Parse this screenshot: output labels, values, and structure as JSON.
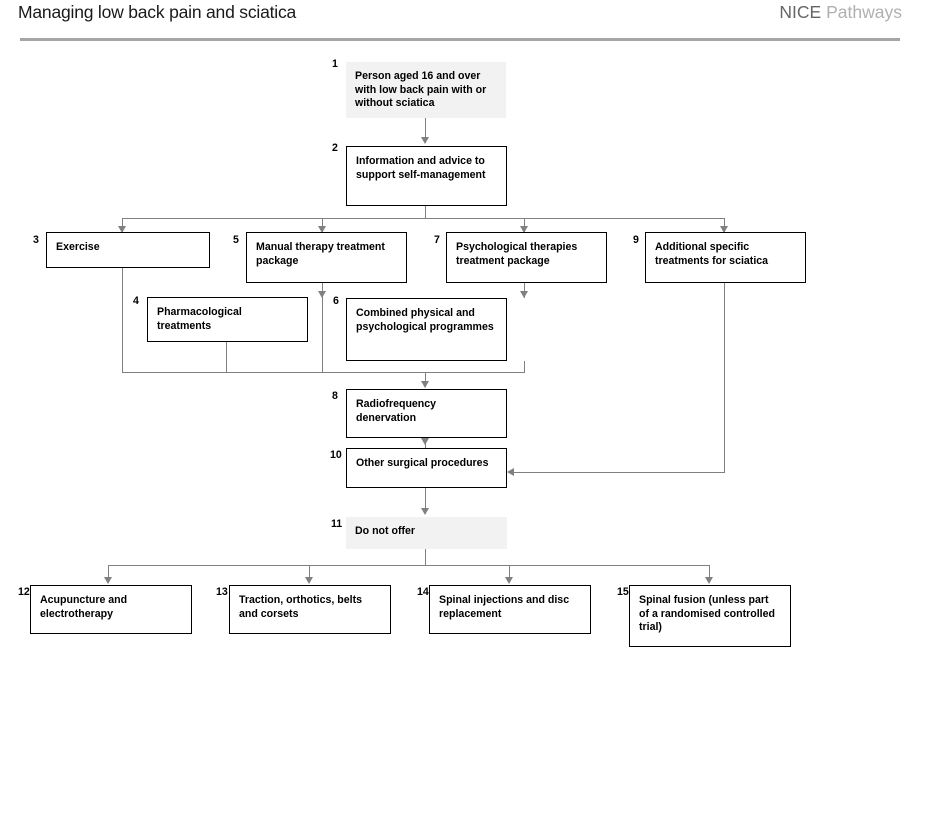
{
  "header": {
    "title": "Managing low back pain and sciatica",
    "brand_primary": "NICE",
    "brand_secondary": "Pathways"
  },
  "colors": {
    "rule": "#a6a6a6",
    "connector": "#808080",
    "node_border": "#000000",
    "node_shaded_fill": "#f2f2f2",
    "node_plain_fill": "#ffffff",
    "title_text": "#1a1a1a",
    "brand_primary_text": "#666666",
    "brand_secondary_text": "#b0b0b0"
  },
  "chart_data": {
    "type": "flowchart",
    "title": "Managing low back pain and sciatica",
    "nodes": [
      {
        "num": "1",
        "label": "Person aged 16 and over with low back pain with or without sciatica",
        "style": "shaded"
      },
      {
        "num": "2",
        "label": "Information and advice to support self-management",
        "style": "bordered"
      },
      {
        "num": "3",
        "label": "Exercise",
        "style": "bordered"
      },
      {
        "num": "4",
        "label": "Pharmacological treatments",
        "style": "bordered"
      },
      {
        "num": "5",
        "label": "Manual therapy treatment package",
        "style": "bordered"
      },
      {
        "num": "6",
        "label": "Combined physical and psychological programmes",
        "style": "bordered"
      },
      {
        "num": "7",
        "label": "Psychological therapies treatment package",
        "style": "bordered"
      },
      {
        "num": "8",
        "label": "Radiofrequency denervation",
        "style": "bordered"
      },
      {
        "num": "9",
        "label": "Additional specific treatments for sciatica",
        "style": "bordered"
      },
      {
        "num": "10",
        "label": "Other surgical procedures",
        "style": "bordered"
      },
      {
        "num": "11",
        "label": "Do not offer",
        "style": "shaded"
      },
      {
        "num": "12",
        "label": "Acupuncture and electrotherapy",
        "style": "bordered"
      },
      {
        "num": "13",
        "label": "Traction, orthotics, belts and corsets",
        "style": "bordered"
      },
      {
        "num": "14",
        "label": "Spinal injections and disc replacement",
        "style": "bordered"
      },
      {
        "num": "15",
        "label": "Spinal fusion (unless part of a randomised controlled trial)",
        "style": "bordered"
      }
    ],
    "edges": [
      {
        "from": "1",
        "to": "2"
      },
      {
        "from": "2",
        "to": "3"
      },
      {
        "from": "2",
        "to": "5"
      },
      {
        "from": "2",
        "to": "7"
      },
      {
        "from": "2",
        "to": "9"
      },
      {
        "from": "5",
        "to": "4"
      },
      {
        "from": "7",
        "to": "6"
      },
      {
        "from": "3",
        "to": "8"
      },
      {
        "from": "4",
        "to": "8"
      },
      {
        "from": "5",
        "to": "8"
      },
      {
        "from": "6",
        "to": "8"
      },
      {
        "from": "8",
        "to": "10"
      },
      {
        "from": "9",
        "to": "10"
      },
      {
        "from": "10",
        "to": "11"
      },
      {
        "from": "11",
        "to": "12"
      },
      {
        "from": "11",
        "to": "13"
      },
      {
        "from": "11",
        "to": "14"
      },
      {
        "from": "11",
        "to": "15"
      }
    ]
  }
}
